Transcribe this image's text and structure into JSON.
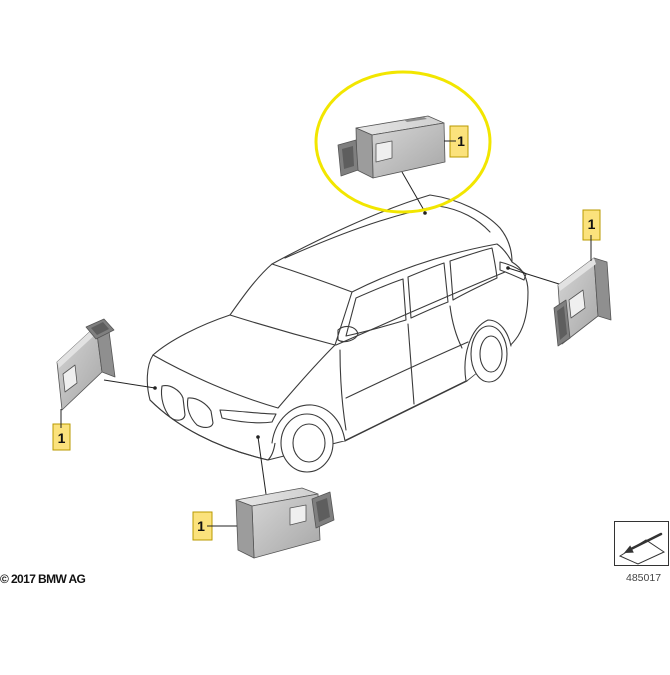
{
  "diagram": {
    "callouts": [
      {
        "label": "1"
      },
      {
        "label": "1"
      },
      {
        "label": "1"
      },
      {
        "label": "1"
      }
    ],
    "copyright": "© 2017 BMW AG",
    "diagram_number": "485017"
  },
  "icons": {
    "reference": "page-arrow-icon",
    "connector_point": "dot-icon"
  },
  "colors": {
    "highlight_ring": "#f2e600",
    "callout_fill": "#fbe27c",
    "callout_border": "#b89a00",
    "line": "#222222"
  }
}
